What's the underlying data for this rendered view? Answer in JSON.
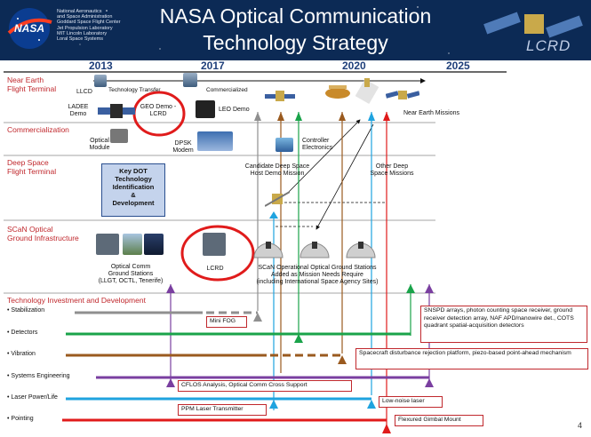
{
  "header": {
    "title_line1": "NASA Optical Communication",
    "title_line2": "Technology Strategy",
    "logo_text": "NASA",
    "orgs": [
      "National Aeronautics",
      "and Space Administration",
      "Goddard Space Flight Center",
      "Jet Propulsion Laboratory",
      "MIT Lincoln Laboratory",
      "Loral Space Systems"
    ],
    "lcrd_logo": "LCRD"
  },
  "years": [
    "2013",
    "2017",
    "2020",
    "2025"
  ],
  "sections": {
    "near_earth": "Near Earth\nFlight Terminal",
    "commercialization": "Commercialization",
    "deep_space": "Deep Space\nFlight Terminal",
    "scan": "SCaN Optical\nGround Infrastructure",
    "tech": "Technology Investment and Development"
  },
  "near_earth": {
    "llcd": "LLCD",
    "technology_transfer": "Technology Transfer",
    "commercialized": "Commercialized",
    "ladee": "LADEE\nDemo",
    "geo_demo": "GEO Demo -\nLCRD",
    "leo_demo": "LEO Demo",
    "missions": "Near Earth Missions"
  },
  "commercialization": {
    "optical_module": "Optical\nModule",
    "dpsk_modem": "DPSK\nModem",
    "controller": "Controller\nElectronics"
  },
  "deep_space": {
    "key_dot": "Key DOT\nTechnology\nIdentification\n&\nDevelopment",
    "candidate": "Candidate Deep Space\nHost Demo Mission",
    "other": "Other Deep\nSpace Missions"
  },
  "scan": {
    "stations": "Optical Comm\nGround Stations\n(LLGT, OCTL, Tenerife)",
    "lcrd": "LCRD",
    "operational": "SCaN Operational Optical Ground Stations\nAdded as Mission Needs Require\n(including International Space Agency Sites)"
  },
  "tech_rows": [
    "Stabilization",
    "Detectors",
    "Vibration",
    "Systems Engineering",
    "Laser Power/Life",
    "Pointing"
  ],
  "tech_boxes": {
    "mini_fog": "Mini FOG",
    "snspd": "SNSPD arrays, photon counting space receiver, ground receiver detection array, NAF APD/nanowire det., COTS quadrant spatial-acquisition detectors",
    "spacecraft": "Spacecraft disturbance rejection platform, piezo-based point-ahead mechanism",
    "cflos": "CFLOS Analysis, Optical Comm Cross Support",
    "ppm": "PPM Laser Transmitter",
    "low_noise": "Low-noise laser",
    "gimbal": "Flexured Gimbal Mount"
  },
  "page_number": "4",
  "colors": {
    "header": "#0c2a55",
    "section": "#c0282d",
    "year": "#1f3f7a",
    "grey": "#8f8f8f",
    "green": "#1aa34a",
    "brown": "#9a5a1f",
    "purple": "#7a3fa0",
    "cyan": "#1fa3df",
    "red": "#e01b1b"
  }
}
